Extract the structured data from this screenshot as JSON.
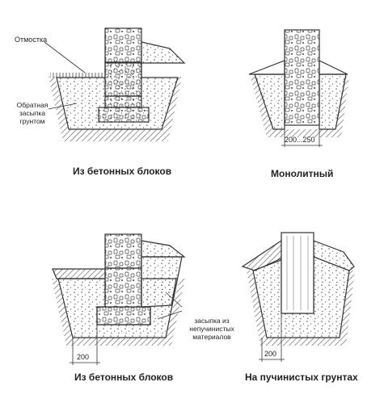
{
  "labels": {
    "otmostka": "Отмостка",
    "backfill_line1": "Обратная",
    "backfill_line2": "засыпка",
    "backfill_line3": "грунтом",
    "nonheaving_line1": "засыпка из",
    "nonheaving_line2": "непучинистых",
    "nonheaving_line3": "материалов"
  },
  "dimensions": {
    "monolith_width": "200...250",
    "blocks_offset": "200",
    "heaving_offset": "200"
  },
  "captions": {
    "blocks_top": "Из бетонных блоков",
    "monolith": "Монолитный",
    "blocks_bottom": "Из бетонных блоков",
    "heaving": "На пучинистых грунтах"
  },
  "colors": {
    "line": "#333333",
    "fill": "#ffffff",
    "ground_hatch": "#555555"
  }
}
